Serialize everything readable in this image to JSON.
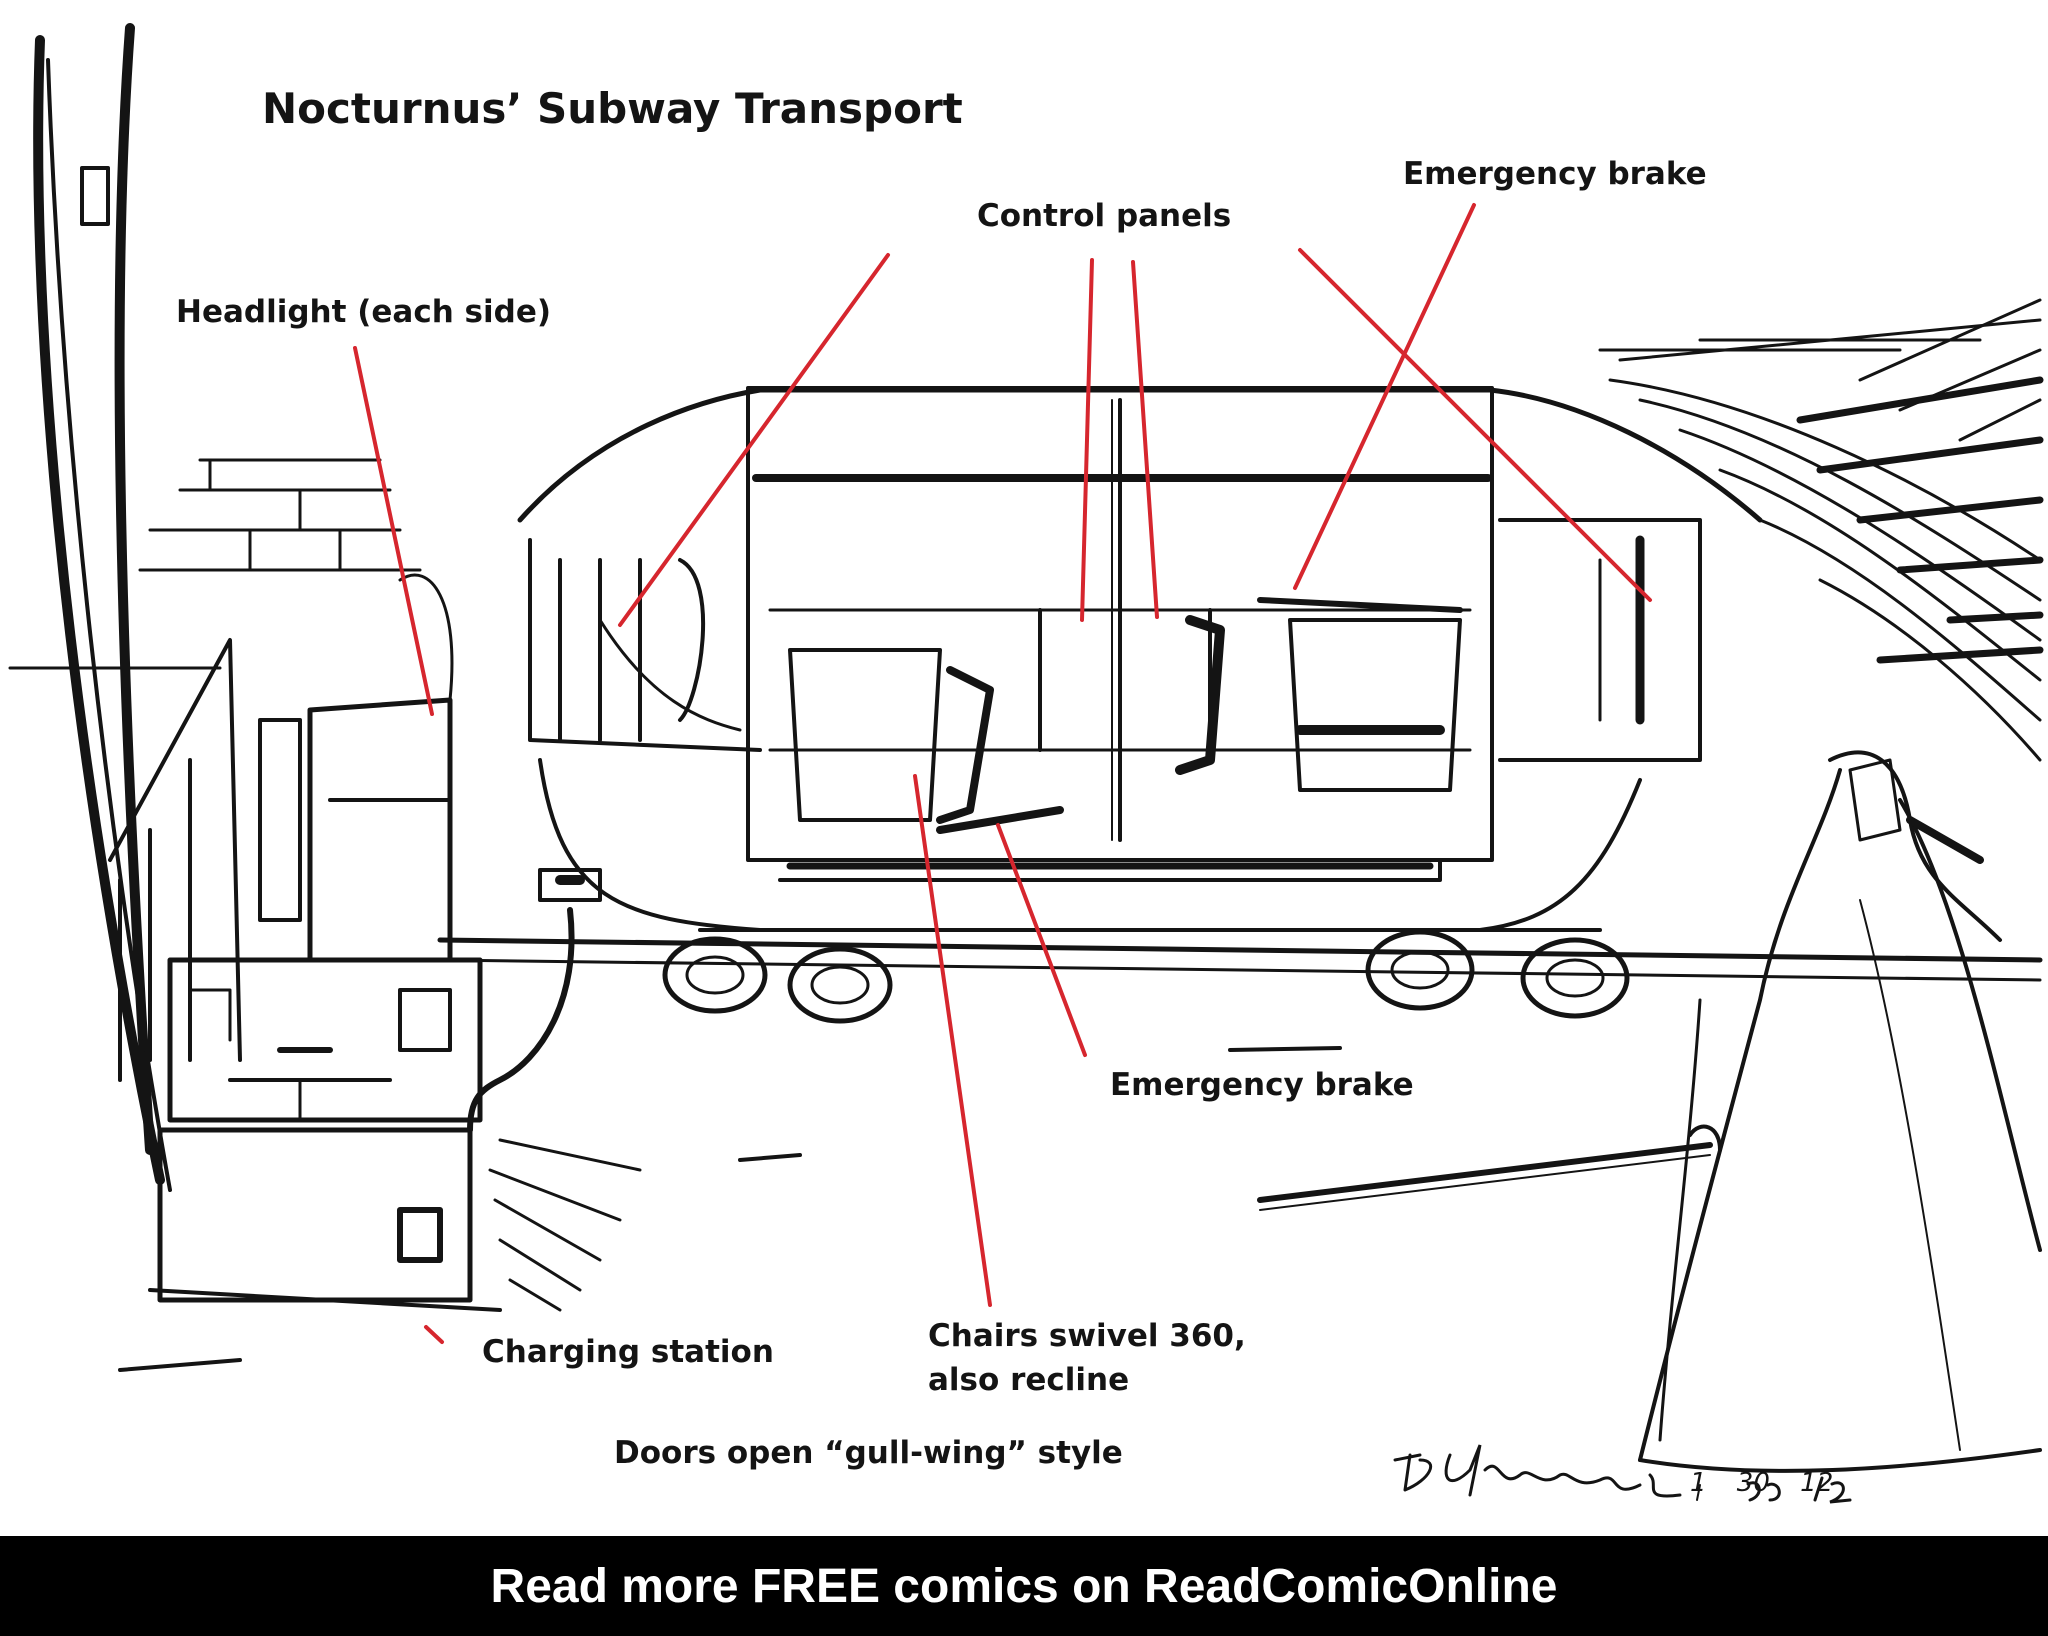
{
  "title": "Nocturnus’ Subway Transport",
  "callouts": {
    "headlight": "Headlight (each side)",
    "control_panels": "Control panels",
    "emergency_brake_top": "Emergency brake",
    "emergency_brake_bottom": "Emergency brake",
    "charging_station": "Charging station",
    "chairs_line1": "Chairs swivel 360,",
    "chairs_line2": "also recline",
    "doors": "Doors open “gull-wing” style"
  },
  "signature": "D.Krause",
  "date": "1 30 12",
  "footer": {
    "text": "Read more FREE comics on ReadComicOnline"
  },
  "colors": {
    "ink": "#141414",
    "leader_lines": "#d6262e",
    "footer_bg": "#000000",
    "footer_text": "#ffffff"
  }
}
